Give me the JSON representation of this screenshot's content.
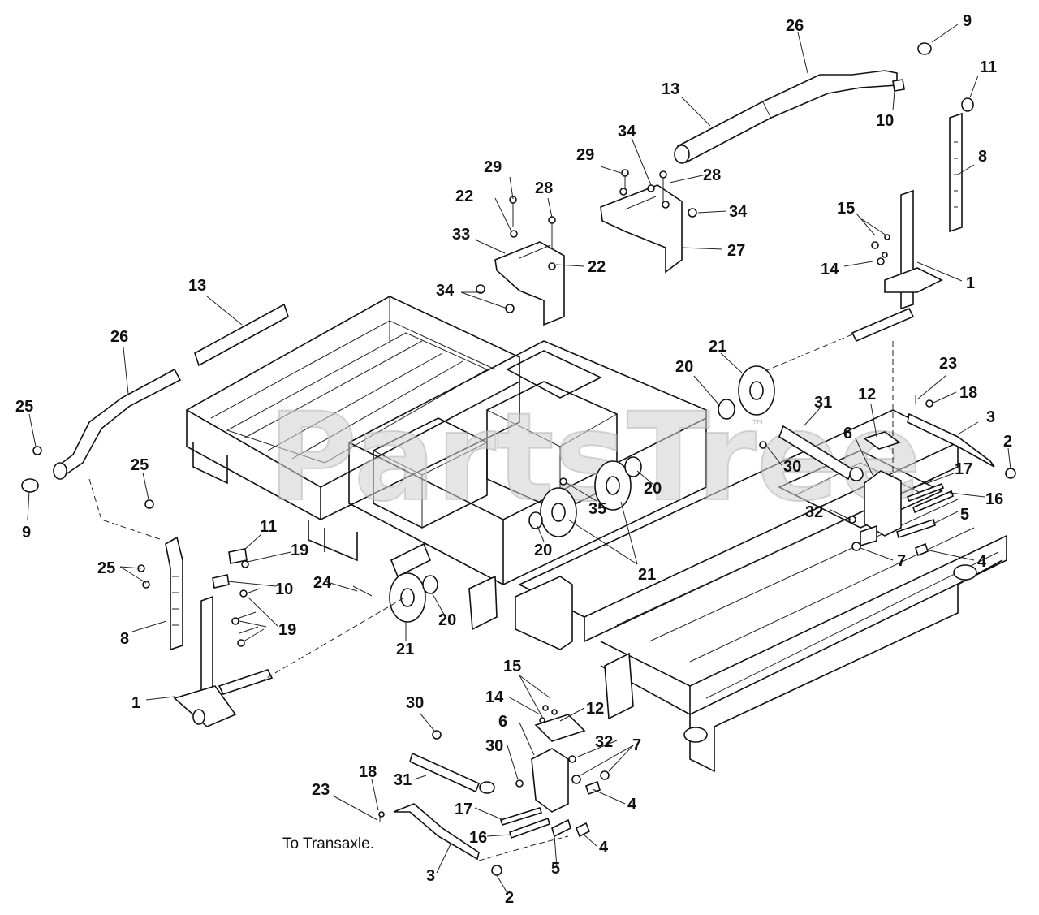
{
  "watermark": "PartsTree",
  "trademark": "™",
  "note": "To Transaxle.",
  "callouts": {
    "c01": "26",
    "c02": "9",
    "c03": "11",
    "c04": "13",
    "c05": "10",
    "c06": "8",
    "c07": "34",
    "c08": "29",
    "c09": "28",
    "c10": "34",
    "c11": "27",
    "c12": "29",
    "c13": "22",
    "c14": "28",
    "c15": "33",
    "c16": "22",
    "c17": "15",
    "c18": "14",
    "c19": "1",
    "c20": "13",
    "c21": "34",
    "c22": "26",
    "c23": "21",
    "c24": "20",
    "c25": "23",
    "c26": "18",
    "c27": "12",
    "c28": "31",
    "c29": "3",
    "c30": "25",
    "c31": "2",
    "c32": "6",
    "c33": "30",
    "c34": "17",
    "c35": "16",
    "c36": "25",
    "c37": "20",
    "c38": "35",
    "c39": "9",
    "c40": "32",
    "c41": "5",
    "c42": "20",
    "c43": "7",
    "c44": "4",
    "c45": "11",
    "c46": "19",
    "c47": "21",
    "c48": "25",
    "c49": "10",
    "c50": "24",
    "c51": "19",
    "c52": "8",
    "c53": "20",
    "c54": "21",
    "c55": "1",
    "c56": "15",
    "c57": "30",
    "c58": "14",
    "c59": "12",
    "c60": "6",
    "c61": "32",
    "c62": "7",
    "c63": "30",
    "c64": "18",
    "c65": "31",
    "c66": "23",
    "c67": "4",
    "c68": "17",
    "c69": "16",
    "c70": "4",
    "c71": "5",
    "c72": "3",
    "c73": "2"
  }
}
